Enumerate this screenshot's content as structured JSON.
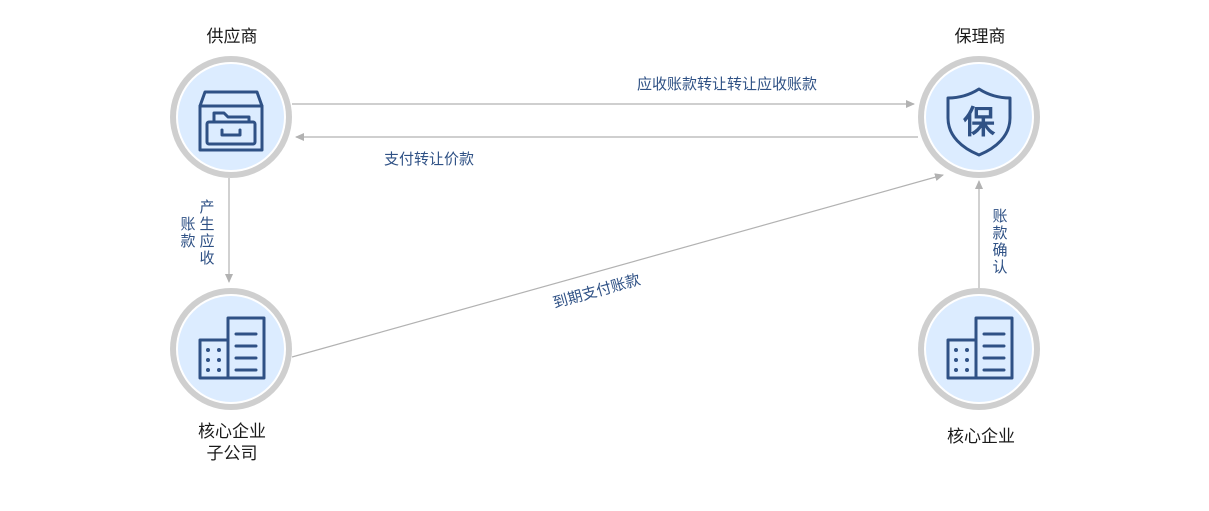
{
  "nodes": {
    "supplier": {
      "label": "供应商",
      "icon": "folder-drawer-icon"
    },
    "factor": {
      "label": "保理商",
      "icon": "shield-bao-icon",
      "icon_glyph": "保"
    },
    "core_sub": {
      "label_line1": "核心企业",
      "label_line2": "子公司",
      "icon": "building-icon"
    },
    "core": {
      "label": "核心企业",
      "icon": "building-icon"
    }
  },
  "edges": {
    "supplier_to_factor": "应收账款转让转让应收账款",
    "factor_to_supplier": "支付转让价款",
    "generate_receivable": [
      "产",
      "生",
      "应",
      "收",
      "账",
      "款"
    ],
    "maturity_payment": "到期支付账款",
    "confirm_receivable": [
      "账",
      "款",
      "确",
      "认"
    ]
  },
  "colors": {
    "accent": "#2f5185",
    "node_fill": "#dcecff",
    "ring": "#cfcfcf",
    "edge": "#b2b2b2"
  }
}
